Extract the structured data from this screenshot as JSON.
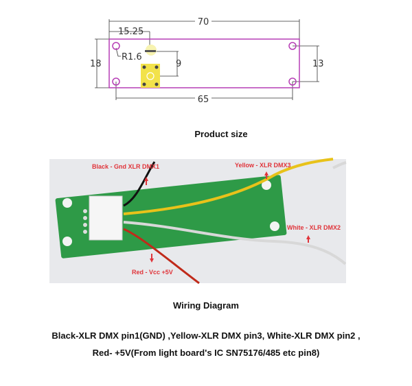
{
  "dimension_drawing": {
    "overall_length": "70",
    "connector_offset": "15.25",
    "hole_radius": "R1.6",
    "height": "18",
    "hole_spacing_vertical": "13",
    "connector_to_center": "9",
    "hole_spacing_horizontal": "65",
    "outline_color": "#b63db5"
  },
  "captions": {
    "product_size": "Product size",
    "wiring_diagram": "Wiring Diagram",
    "description_line1": "Black-XLR DMX pin1(GND) ,Yellow-XLR DMX pin3, White-XLR DMX pin2 ,",
    "description_line2": "Red- +5V(From light board's IC SN75176/485 etc pin8)"
  },
  "wiring_photo": {
    "labels": {
      "black": "Black - Gnd XLR DMX1",
      "yellow": "Yellow - XLR DMX3",
      "white": "White - XLR DMX2",
      "red": "Red - Vcc +5V"
    },
    "label_color": "#e0343a",
    "board_color": "#2e9a47"
  }
}
